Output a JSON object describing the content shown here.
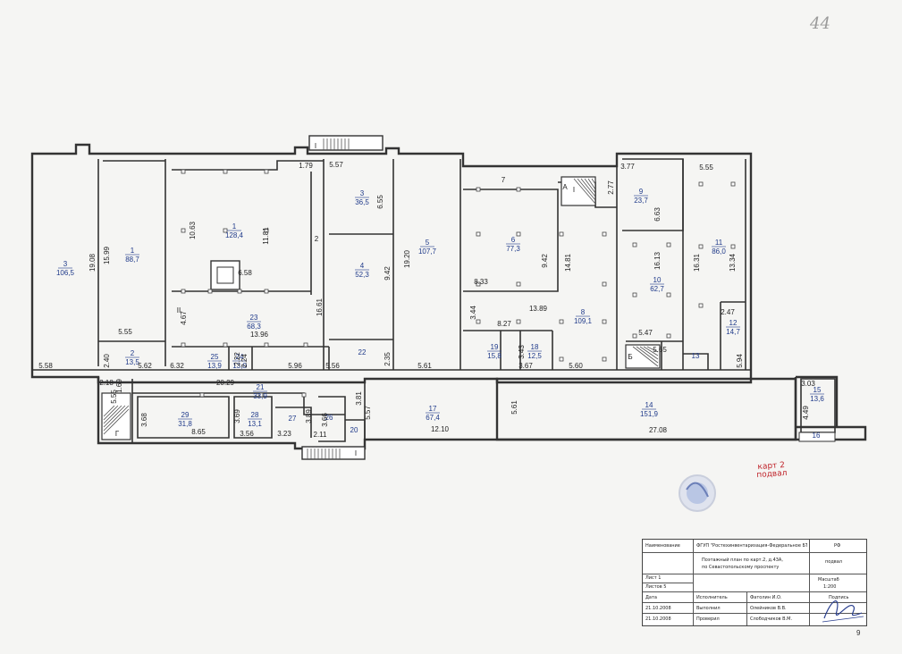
{
  "sheet": {
    "top_mark": "44",
    "page_number": "9",
    "stamp": [
      "карт 2",
      "подвал"
    ]
  },
  "rooms": [
    {
      "no": "3",
      "area": "106,5"
    },
    {
      "no": "1",
      "area": "88,7"
    },
    {
      "no": "2",
      "area": "13,5"
    },
    {
      "no": "1",
      "area": "128,4"
    },
    {
      "no": "23",
      "area": "68,3"
    },
    {
      "no": "25",
      "area": "13,9"
    },
    {
      "no": "24",
      "area": "13,0"
    },
    {
      "no": "3",
      "area": "36,5"
    },
    {
      "no": "4",
      "area": "52,3"
    },
    {
      "no": "22",
      "area": ""
    },
    {
      "no": "5",
      "area": "107,7"
    },
    {
      "no": "6",
      "area": "77,3"
    },
    {
      "no": "8",
      "area": "109,1"
    },
    {
      "no": "19",
      "area": "15,8"
    },
    {
      "no": "18",
      "area": "12,5"
    },
    {
      "no": "9",
      "area": "23,7"
    },
    {
      "no": "10",
      "area": "62,7"
    },
    {
      "no": "11",
      "area": "86,0"
    },
    {
      "no": "12",
      "area": "14,7"
    },
    {
      "no": "13",
      "area": ""
    },
    {
      "no": "21",
      "area": "33,9"
    },
    {
      "no": "29",
      "area": "31,8"
    },
    {
      "no": "28",
      "area": "13,1"
    },
    {
      "no": "27",
      "area": ""
    },
    {
      "no": "26",
      "area": ""
    },
    {
      "no": "20",
      "area": ""
    },
    {
      "no": "17",
      "area": "67,4"
    },
    {
      "no": "14",
      "area": "151,9"
    },
    {
      "no": "15",
      "area": "13,6"
    },
    {
      "no": "16",
      "area": ""
    }
  ],
  "dimensions": [
    "19.08",
    "5.58",
    "15.99",
    "5.55",
    "5.62",
    "2.40",
    "10.63",
    "11.81",
    "6.58",
    "4.67",
    "13.96",
    "16.61",
    "6.32",
    "2.22",
    "2.24",
    "5.96",
    "1.79",
    "5.57",
    "6.55",
    "9.42",
    "5.56",
    "2.35",
    "19.20",
    "5.61",
    "7",
    "8.33",
    "9.42",
    "14.81",
    "13.89",
    "3.44",
    "8.27",
    "3.43",
    "3.67",
    "5.60",
    "2.77",
    "3.77",
    "6.63",
    "16.13",
    "5.47",
    "5.65",
    "16.31",
    "5.55",
    "13.34",
    "2.47",
    "5.94",
    "2.18",
    "1.69",
    "5.55",
    "20.29",
    "3.68",
    "8.65",
    "3.69",
    "3.56",
    "3.23",
    "3.89",
    "3.66",
    "2.11",
    "3.81",
    "5.57",
    "12.10",
    "5.61",
    "27.08",
    "3.03",
    "4.49",
    "2",
    "II"
  ],
  "markers": [
    "А",
    "Б",
    "Г",
    "I",
    "I",
    "I"
  ],
  "title_block": {
    "cells": [
      "Наименование",
      "ФГУП \"Ростехинвентаризация-Федеральное БТИ\"",
      "РФ",
      "подвал",
      "Поэтажный план по карт.2, д.43А,",
      "по Севастопольскому проспекту",
      "Лист 1",
      "Листов 5",
      "Масштаб",
      "1:200",
      "Дата",
      "Исполнитель",
      "Фатолин И.О.",
      "Подпись",
      "21.10.2008",
      "Выполнил",
      "Олейников В.В.",
      "21.10.2008",
      "Проверил",
      "Слободчиков В.М."
    ]
  },
  "colors": {
    "ink": "#333333",
    "room_label": "#1f3a8a",
    "stamp": "#c0262d"
  }
}
